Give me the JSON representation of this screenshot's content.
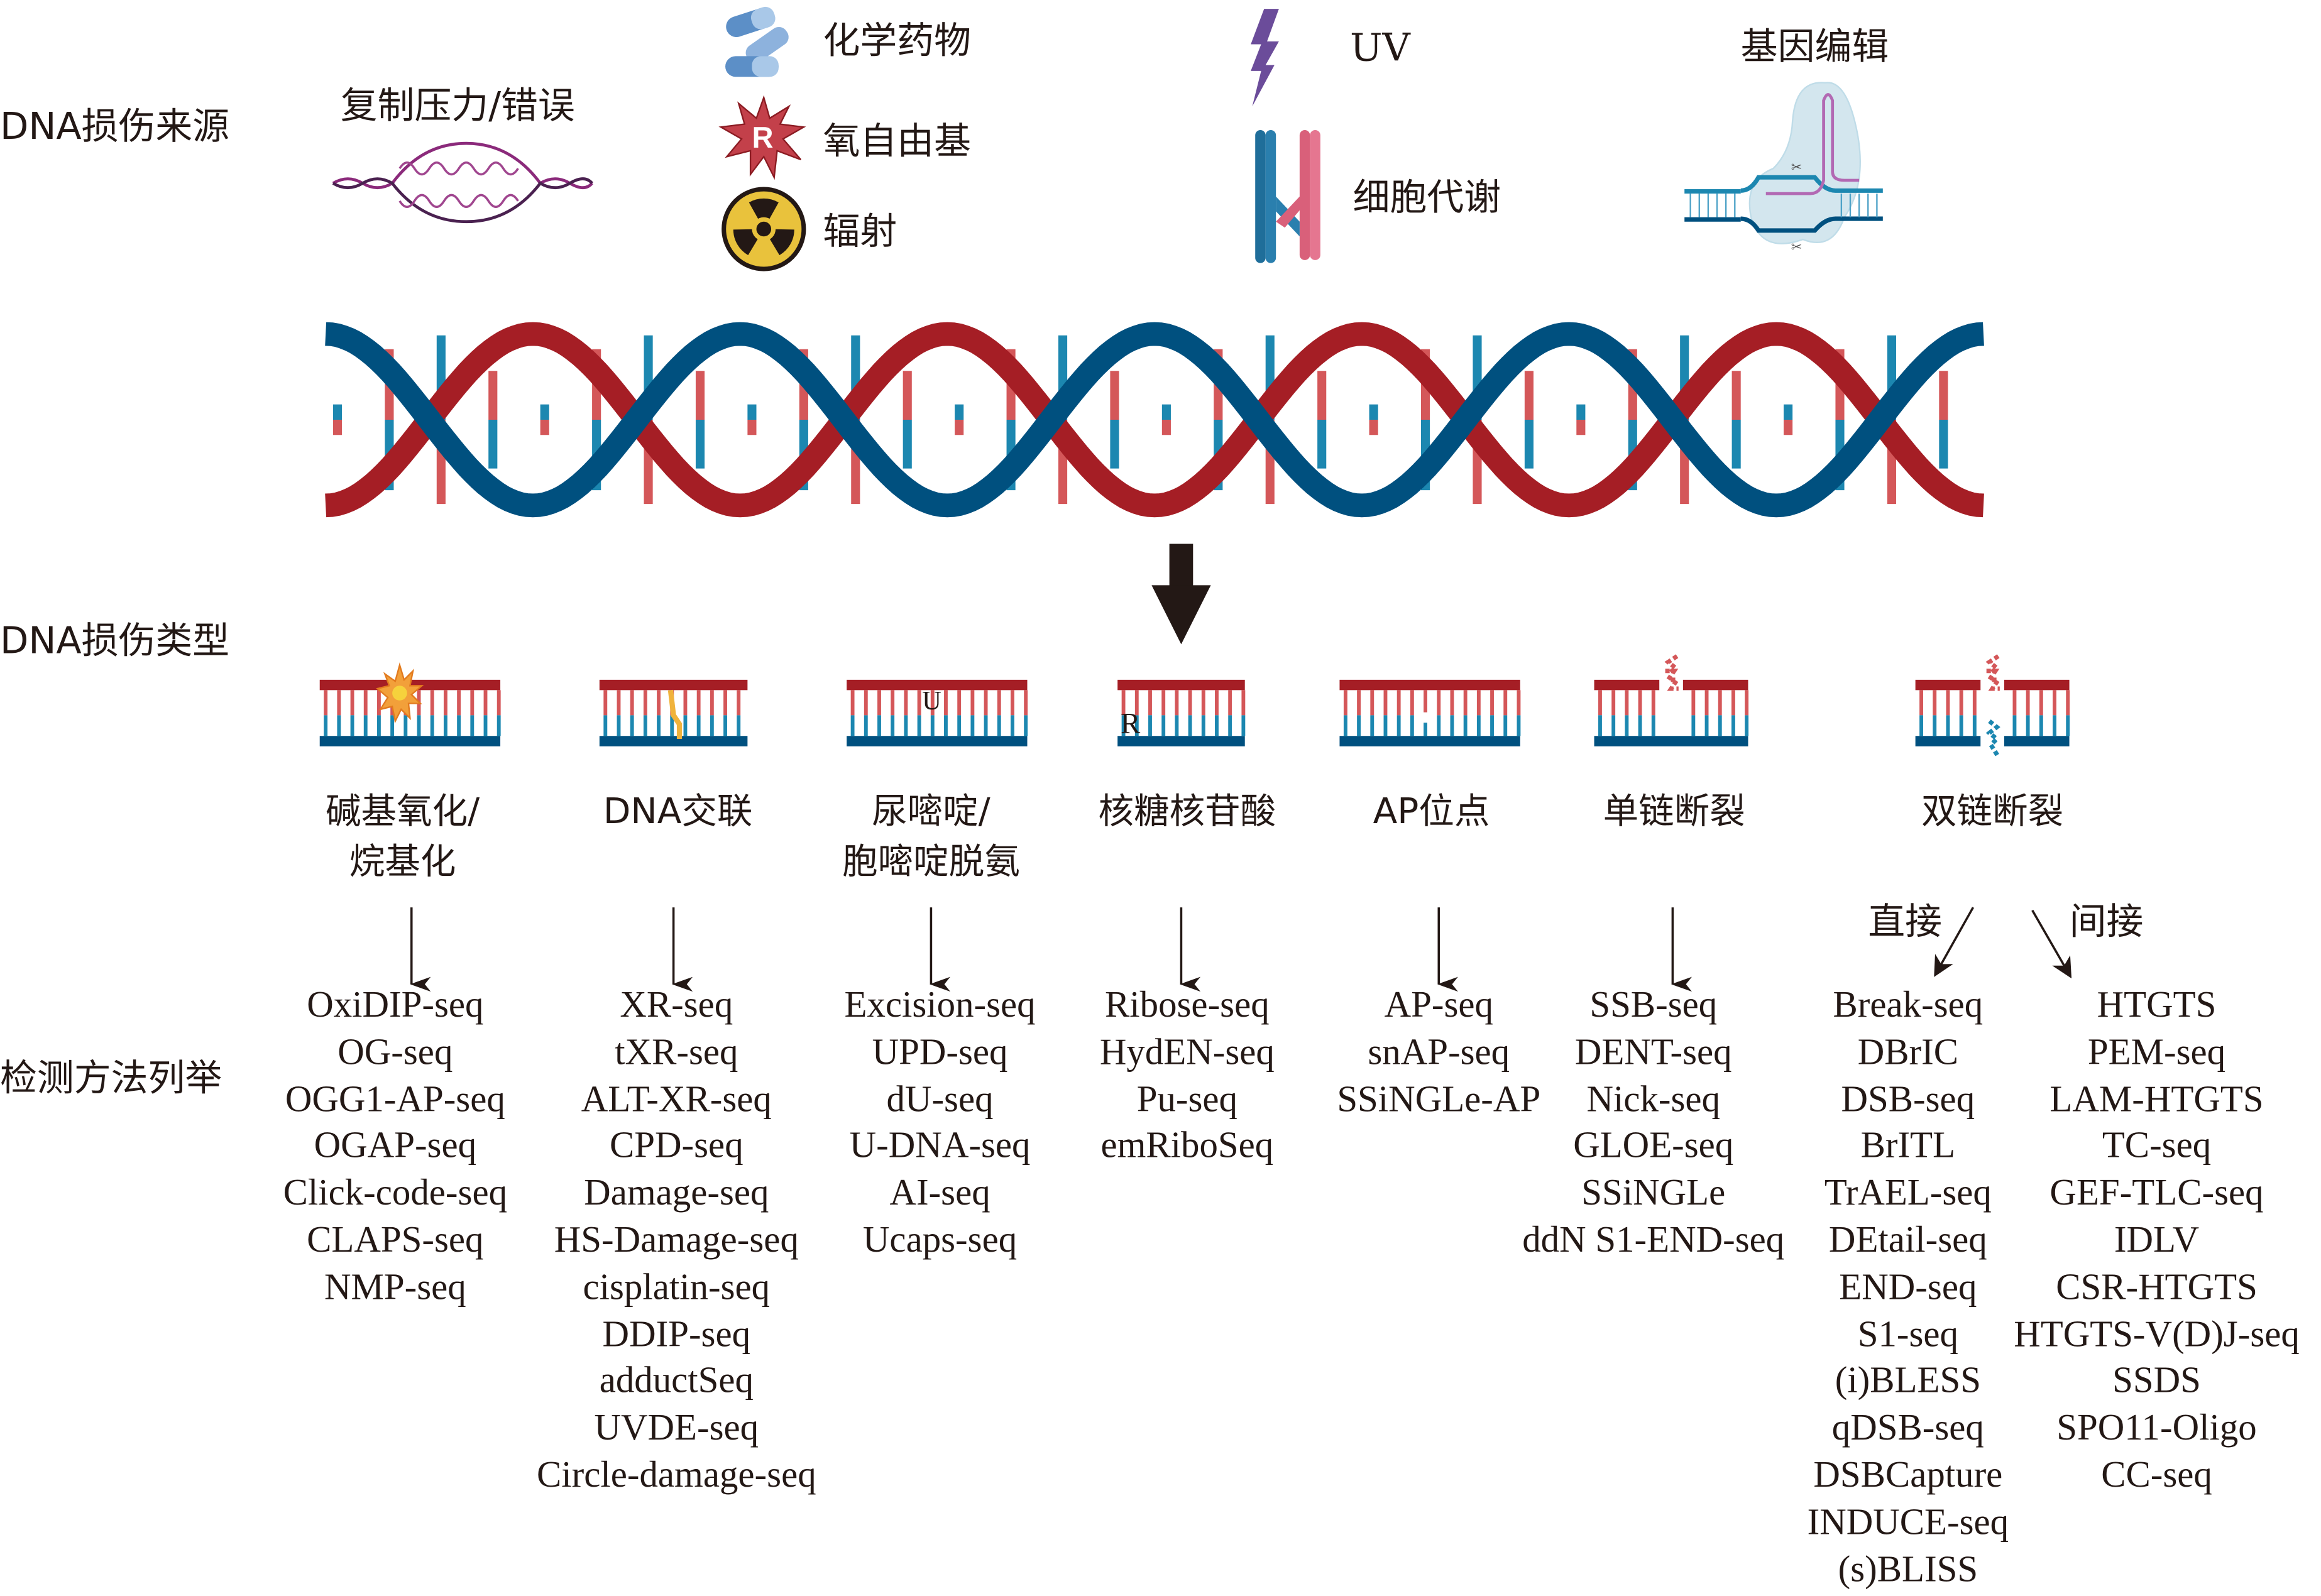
{
  "row_labels": {
    "sources": "DNA损伤来源",
    "types": "DNA损伤类型",
    "methods": "检测方法列举"
  },
  "sources": {
    "replication": "复制压力/错误",
    "chemical": "化学药物",
    "ros": "氧自由基",
    "ros_icon_letter": "R",
    "radiation": "辐射",
    "uv": "UV",
    "metabolism": "细胞代谢",
    "gene_editing": "基因编辑"
  },
  "colors": {
    "red_strand": "#A51E25",
    "blue_strand": "#00507F",
    "red_base": "#D45759",
    "blue_base": "#1C87B0",
    "text": "#231815",
    "lightning": "#6B4C9A",
    "radiation_yellow": "#E9C23C"
  },
  "damage_types": [
    {
      "label_line1": "碱基氧化/",
      "label_line2": "烷基化",
      "marker": "burst"
    },
    {
      "label_line1": "DNA交联",
      "label_line2": "",
      "marker": "crosslink"
    },
    {
      "label_line1": "尿嘧啶/",
      "label_line2": "胞嘧啶脱氨",
      "marker": "U"
    },
    {
      "label_line1": "核糖核苷酸",
      "label_line2": "",
      "marker": "R"
    },
    {
      "label_line1": "AP位点",
      "label_line2": "",
      "marker": "gap"
    },
    {
      "label_line1": "单链断裂",
      "label_line2": "",
      "marker": "ssb"
    },
    {
      "label_line1": "双链断裂",
      "label_line2": "",
      "marker": "dsb"
    }
  ],
  "dsb_branches": {
    "direct": "直接",
    "indirect": "间接"
  },
  "methods": {
    "oxidation": [
      "OxiDIP-seq",
      "OG-seq",
      "OGG1-AP-seq",
      "OGAP-seq",
      "Click-code-seq",
      "CLAPS-seq",
      "NMP-seq"
    ],
    "crosslink": [
      "XR-seq",
      "tXR-seq",
      "ALT-XR-seq",
      "CPD-seq",
      "Damage-seq",
      "HS-Damage-seq",
      "cisplatin-seq",
      "DDIP-seq",
      "adductSeq",
      "UVDE-seq",
      "Circle-damage-seq"
    ],
    "uracil": [
      "Excision-seq",
      "UPD-seq",
      "dU-seq",
      "U-DNA-seq",
      "AI-seq",
      "Ucaps-seq"
    ],
    "ribonucleotide": [
      "Ribose-seq",
      "HydEN-seq",
      "Pu-seq",
      "emRiboSeq"
    ],
    "ap_site": [
      "AP-seq",
      "snAP-seq",
      "SSiNGLe-AP"
    ],
    "ssb": [
      "SSB-seq",
      "DENT-seq",
      "Nick-seq",
      "GLOE-seq",
      "SSiNGLe",
      "ddN S1-END-seq"
    ],
    "dsb_direct": [
      "Break-seq",
      "DBrIC",
      "DSB-seq",
      "BrITL",
      "TrAEL-seq",
      "DEtail-seq",
      "END-seq",
      "S1-seq",
      "(i)BLESS",
      "qDSB-seq",
      "DSBCapture",
      "INDUCE-seq",
      "(s)BLISS"
    ],
    "dsb_indirect": [
      "HTGTS",
      "PEM-seq",
      "LAM-HTGTS",
      "TC-seq",
      "GEF-TLC-seq",
      "IDLV",
      "CSR-HTGTS",
      "HTGTS-V(D)J-seq",
      "SSDS",
      "SPO11-Oligo",
      "CC-seq"
    ]
  }
}
